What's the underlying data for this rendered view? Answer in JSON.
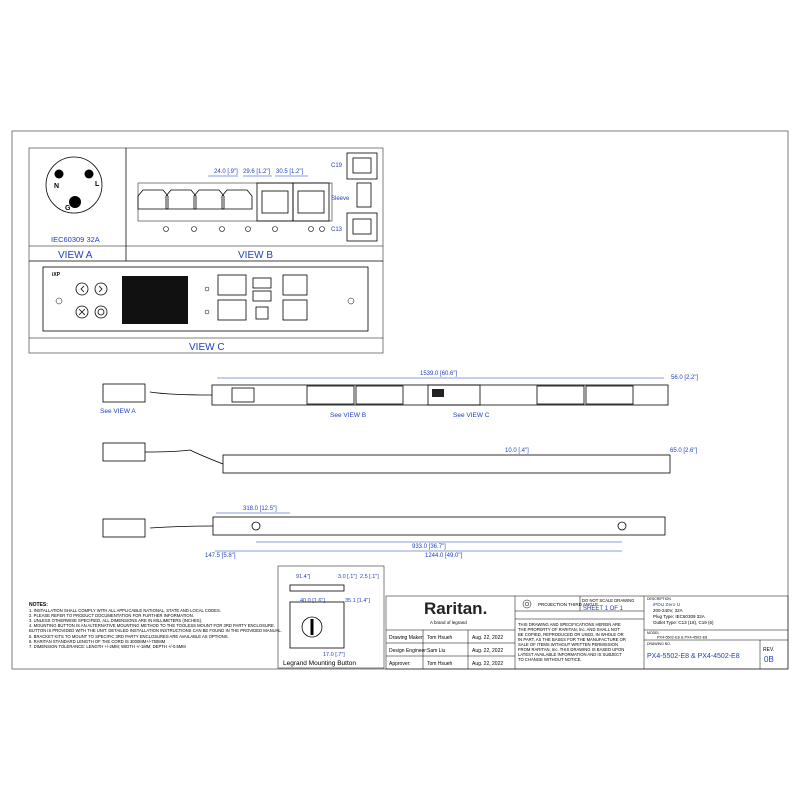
{
  "views": {
    "view_a": {
      "title": "VIEW A",
      "plug_label": "IEC60309 32A",
      "pins": [
        "N",
        "L",
        "G"
      ]
    },
    "view_b": {
      "title": "VIEW B",
      "dims": [
        "24.0 [.9\"]",
        "29.6 [1.2\"]",
        "30.5 [1.2\"]"
      ],
      "labels": {
        "c19": "C19",
        "c13": "C13",
        "sleeve": "Sleeve"
      }
    },
    "view_c": {
      "title": "VIEW C"
    }
  },
  "side_views": {
    "top": {
      "dim_length": "1539.0 [60.6\"]",
      "dim_width": "56.0 [2.2\"]",
      "see_a": "See VIEW A",
      "see_b": "See VIEW B",
      "see_c": "See VIEW C"
    },
    "middle": {
      "dim_depth": "65.0 [2.6\"]",
      "dim_small": "10.0 [.4\"]"
    },
    "bottom": {
      "dim_1": "318.0 [12.5\"]",
      "dim_2": "933.0 [36.7\"]",
      "dim_3": "147.5 [5.8\"]",
      "dim_4": "1244.0 [49.0\"]"
    }
  },
  "button_detail": {
    "title": "Legrand Mounting Button",
    "dims": [
      "91.4\"]",
      "3.0 [.1\"]",
      "2.5 [.1\"]",
      "40.0 [1.6\"]",
      "35.1 [1.4\"]",
      "17.0 [.7\"]"
    ]
  },
  "notes": {
    "title": "NOTES:",
    "items": [
      "1. INSTALLATION SHALL COMPLY WITH ALL APPLICABLE NATIONAL, STATE AND LOCAL CODES.",
      "2. PLEASE REFER TO PRODUCT DOCUMENTATION FOR FURTHER INFORMATION.",
      "3. UNLESS OTHERWISE SPECIFIED, ALL DIMENSIONS ARE IN MILLIMETERS (INCHES).",
      "4. MOUNTING BUTTON IS AN ALTERNATIVE MOUNTING METHOD TO THE TOOLESS MOUNT FOR 3RD PARTY ENCLOSURE.",
      "   BUTTON IS PROVIDED WITH THE UNIT. DETAILED INSTALLATION INSTRUCTIONS CAN BE FOUND IN THE PROVIDED MANUAL.",
      "5. BRACKET KITS TO MOUNT TO SPECIFIC 3RD PARTY ENCLOSURES ARE AVAILABLE AS OPTIONS.",
      "6. RARITAN STANDARD LENGTH OF THE CORD IS 3000MM+/-750MM",
      "7. DIMENSION TOLERANCE: LENGTH +/-2MM; WIDTH +/-1MM; DEPTH +/-0.5MM"
    ]
  },
  "title_block": {
    "company": "Raritan.",
    "brand_line": "A brand of  legrand",
    "projection": "PROJECTION THIRD ANGLE",
    "scale_note": "DO NOT SCALE DRAWING",
    "sheet": "SHEET 1 OF 1",
    "rows": [
      {
        "role": "Drawing Maker:",
        "name": "Tom Hsueh",
        "date": "Aug. 22, 2022"
      },
      {
        "role": "Design Engineer:",
        "name": "Sam Liu",
        "date": "Aug. 22, 2022"
      },
      {
        "role": "Approver:",
        "name": "Tom Hsueh",
        "date": "Aug. 22, 2022"
      }
    ],
    "disclaimer": [
      "THIS DRAWING AND SPECIFICATIONS HEREIN ARE",
      "THE PROPERTY OF RARITAN, Inc. AND SHALL NOT",
      "BE COPIED, REPRODUCED OR USED, IN WHOLE OR",
      "IN PART, AS THE BASES FOR THE MANUFACTURE OR",
      "SALE OF ITEMS WITHOUT WRITTEN PERMISSION",
      "FROM RARITAN, Inc. THIS DRAWING IS BASED UPON",
      "LATEST AVAILABLE INFORMATION AND IS SUBJECT",
      "TO CHANGE WITHOUT NOTICE."
    ],
    "description_label": "DESCRIPTION",
    "description": [
      "iPDU Zero U",
      "200-240V, 32A",
      "Plug Type: IEC60309 32A",
      "Outlet Type: C13 (18), C19 (6)"
    ],
    "model_label": "MODEL",
    "model_small": "PX4-5502-E8 & PX4-4502-E8",
    "drawing_label": "DRAWING NO.",
    "drawing_no": "PX4-5502-E8 & PX4-4502-E8",
    "rev_label": "REV.",
    "rev": "0B"
  },
  "colors": {
    "dimension": "#1f3fbf",
    "line": "#000000"
  }
}
